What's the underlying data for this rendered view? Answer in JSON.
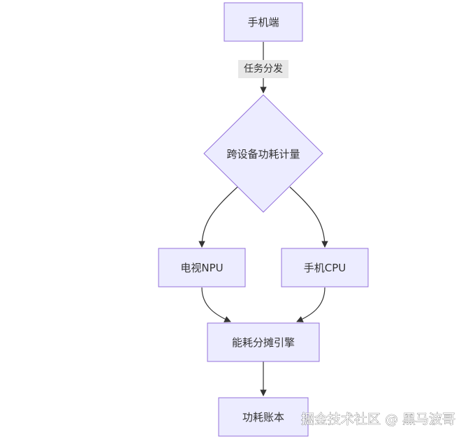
{
  "nodes": {
    "phone": "手机端",
    "cross_device": "跨设备功耗计量",
    "tv_npu": "电视NPU",
    "phone_cpu": "手机CPU",
    "engine": "能耗分摊引擎",
    "ledger": "功耗账本"
  },
  "edges": {
    "task_dispatch": "任务分发"
  },
  "watermark": "掘金技术社区 @ 黑马波哥",
  "colors": {
    "node_fill": "#ECECFF",
    "node_stroke": "#9370DB",
    "edge": "#333333",
    "edge_label_bg": "#e8e8e8"
  }
}
